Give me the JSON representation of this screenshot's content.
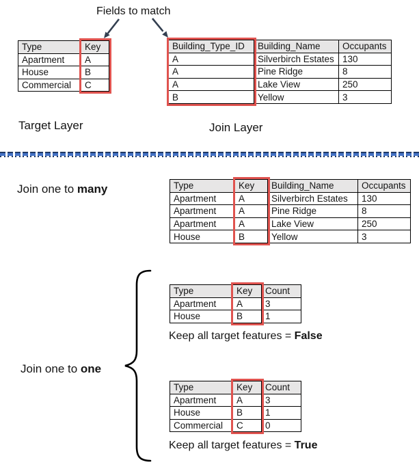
{
  "colors": {
    "red-box": "#E0534F",
    "header-bg": "#E7E6E6",
    "arrow": "#333F50",
    "divider-navy": "#1F3864",
    "divider-blue": "#4472C4"
  },
  "labels": {
    "fields_to_match": "Fields to match",
    "target_layer": "Target Layer",
    "join_layer": "Join Layer",
    "join_many_prefix": "Join one to ",
    "join_many_bold": "many",
    "join_one_prefix": "Join one to ",
    "join_one_bold": "one",
    "keep_prefix": "Keep all target features = ",
    "keep_false_bold": "False",
    "keep_true_bold": "True"
  },
  "icons": {
    "left_arrow": "down-left-arrow-icon",
    "right_arrow": "down-right-arrow-icon",
    "brace": "curly-brace-icon"
  },
  "tables": {
    "target": {
      "headers": [
        "Type",
        "Key"
      ],
      "rows": [
        [
          "Apartment",
          "A"
        ],
        [
          "House",
          "B"
        ],
        [
          "Commercial",
          "C"
        ]
      ],
      "highlight_column": "Key"
    },
    "join": {
      "headers": [
        "Building_Type_ID",
        "Building_Name",
        "Occupants"
      ],
      "rows": [
        [
          "A",
          "Silverbirch Estates",
          "130"
        ],
        [
          "A",
          "Pine Ridge",
          "8"
        ],
        [
          "A",
          "Lake View",
          "250"
        ],
        [
          "B",
          "Yellow",
          "3"
        ]
      ],
      "highlight_column": "Building_Type_ID"
    },
    "one_to_many": {
      "headers": [
        "Type",
        "Key",
        "Building_Name",
        "Occupants"
      ],
      "rows": [
        [
          "Apartment",
          "A",
          "Silverbirch Estates",
          "130"
        ],
        [
          "Apartment",
          "A",
          "Pine Ridge",
          "8"
        ],
        [
          "Apartment",
          "A",
          "Lake View",
          "250"
        ],
        [
          "House",
          "B",
          "Yellow",
          "3"
        ]
      ],
      "highlight_column": "Key"
    },
    "one_to_one_false": {
      "headers": [
        "Type",
        "Key",
        "Count"
      ],
      "rows": [
        [
          "Apartment",
          "A",
          "3"
        ],
        [
          "House",
          "B",
          "1"
        ]
      ],
      "highlight_column": "Key"
    },
    "one_to_one_true": {
      "headers": [
        "Type",
        "Key",
        "Count"
      ],
      "rows": [
        [
          "Apartment",
          "A",
          "3"
        ],
        [
          "House",
          "B",
          "1"
        ],
        [
          "Commercial",
          "C",
          "0"
        ]
      ],
      "highlight_column": "Key"
    }
  }
}
